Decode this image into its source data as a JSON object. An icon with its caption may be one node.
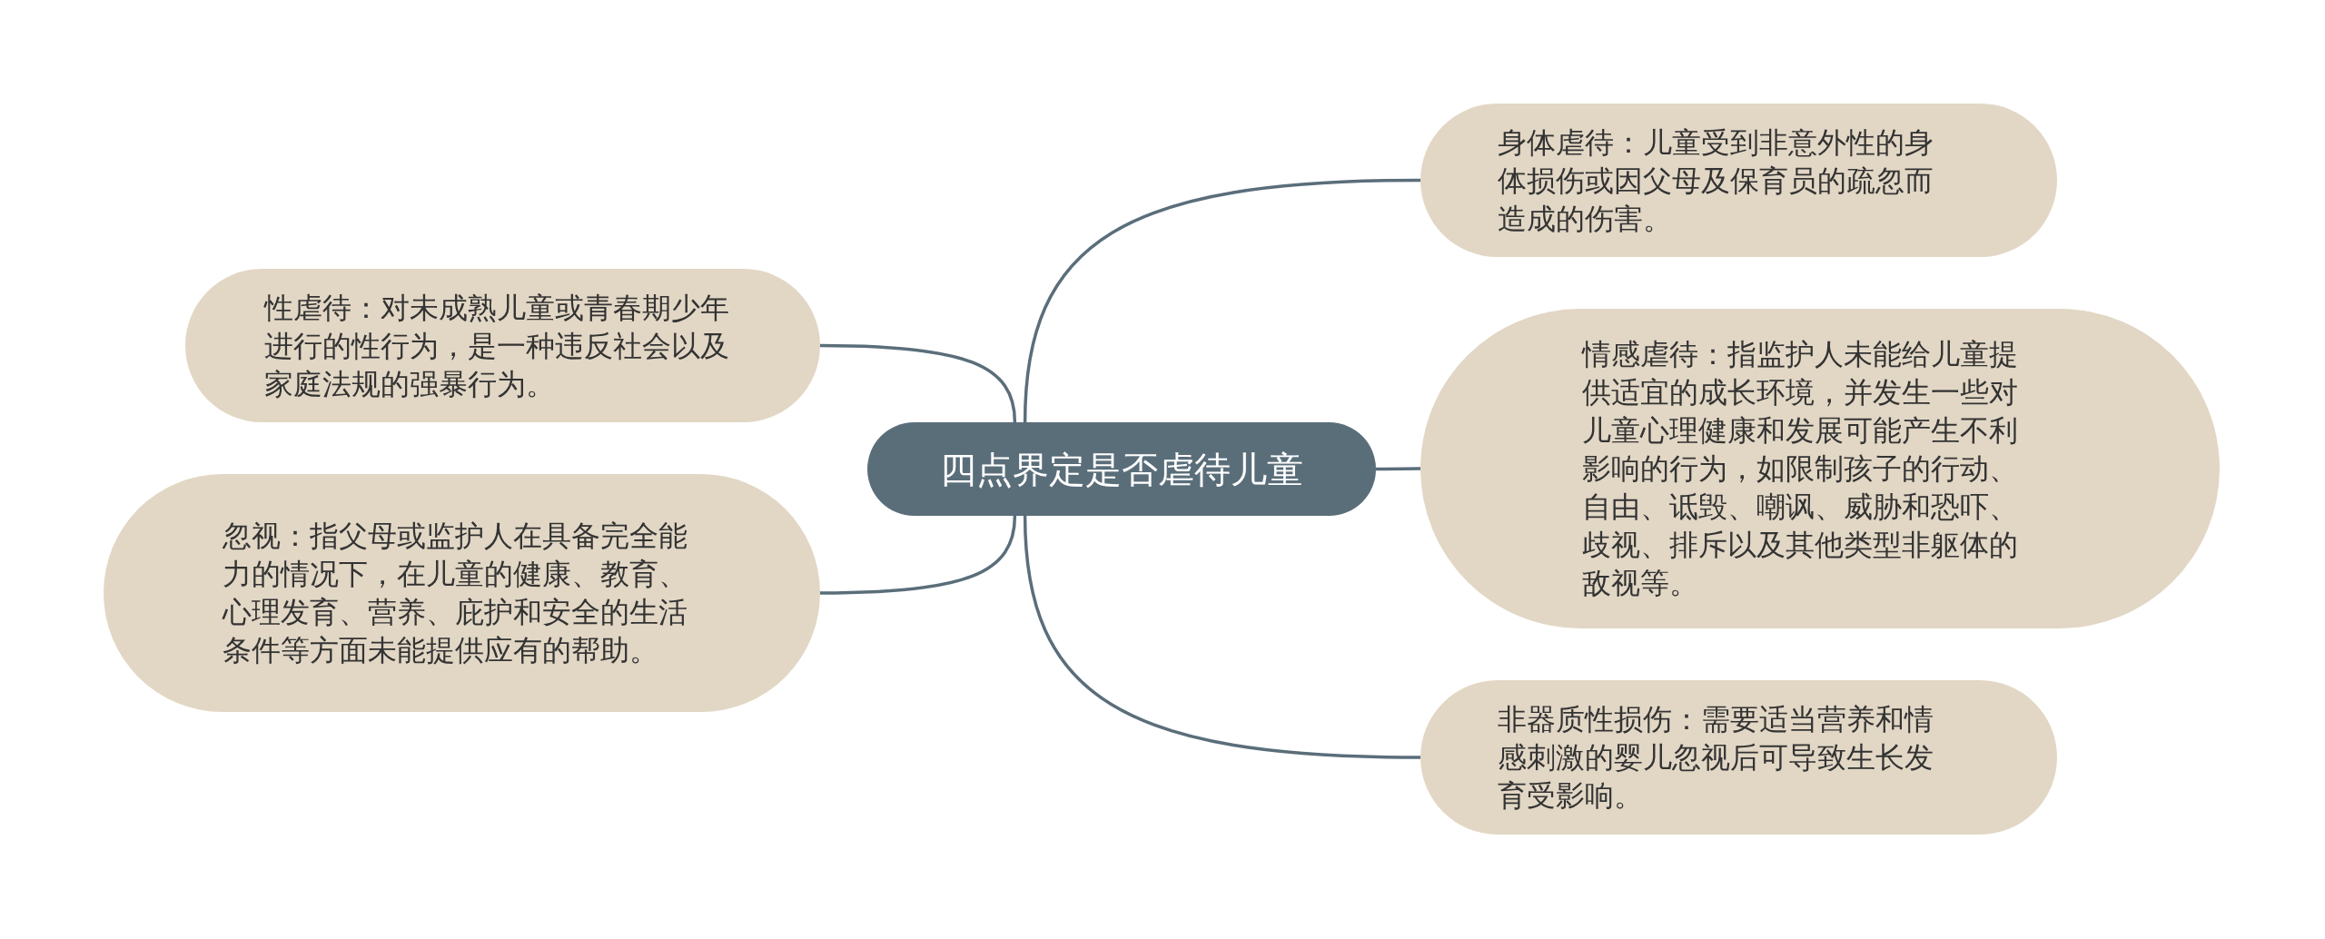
{
  "diagram": {
    "nodes": [
      {
        "text": [
          "四点界定是否虐待儿童"
        ]
      },
      {
        "text": [
          "身体虐待：儿童受到非意外性的身体损伤或因父母及保育员的疏忽而造成的伤害。"
        ]
      },
      {
        "text": [
          "情感虐待：指监护人未能给儿童提供适宜的成长环境，并发生一些对儿童心理健康和发展可能产生不利影响的行为，如限制孩子的行动、自由、诋毁、嘲讽、威胁和恐吓、歧视、排斥以及其他类型非躯体的敌视等。"
        ]
      },
      {
        "text": [
          "非器质性损伤：需要适当营养和情感刺激的婴儿忽视后可导致生长发育受影响。"
        ]
      },
      {
        "text": [
          "性虐待：对未成熟儿童或青春期少年进行的性行为，是一种违反社会以及家庭法规的强暴行为。"
        ]
      },
      {
        "text": [
          "忽视：指父母或监护人在具备完全能力的情况下，在儿童的健康、教育、心理发育、营养、庇护和安全的生活条件等方面未能提供应有的帮助。"
        ]
      }
    ],
    "edges": [
      {
        "from": 0,
        "to": 1,
        "arrow": "none"
      },
      {
        "from": 0,
        "to": 2,
        "arrow": "none"
      },
      {
        "from": 0,
        "to": 3,
        "arrow": "none"
      },
      {
        "from": 0,
        "to": 4,
        "arrow": "none"
      },
      {
        "from": 0,
        "to": 5,
        "arrow": "none"
      }
    ]
  }
}
